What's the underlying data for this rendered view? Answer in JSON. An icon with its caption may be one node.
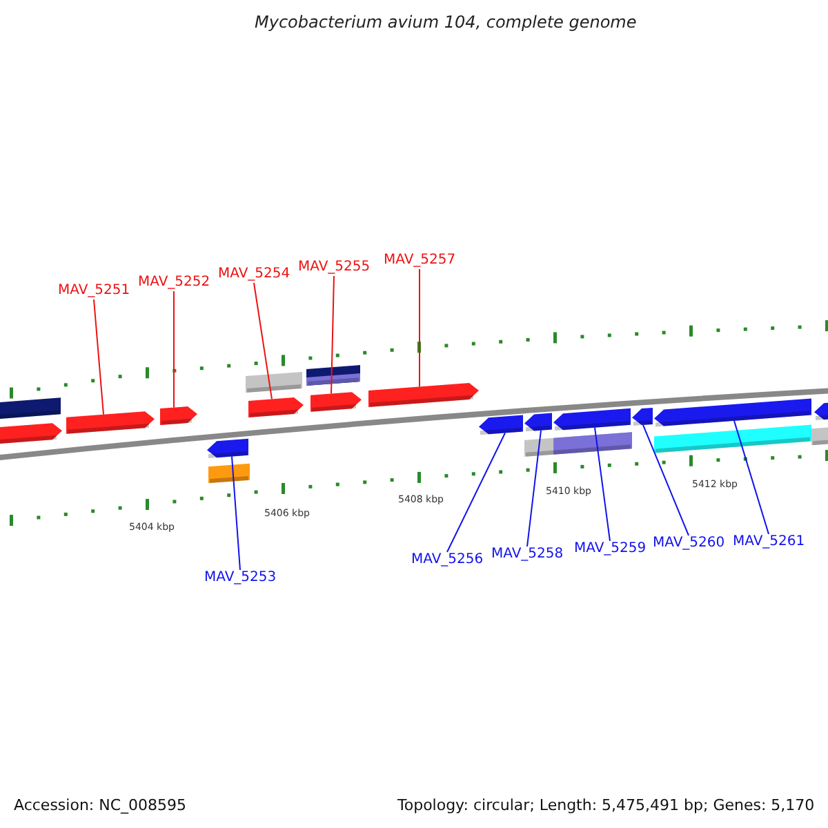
{
  "diagram": {
    "title": "Mycobacterium avium 104, complete genome",
    "nodes": [
      {
        "text": [
          "MAV_5251"
        ]
      },
      {
        "text": [
          "MAV_5252"
        ]
      },
      {
        "text": [
          "MAV_5254"
        ]
      },
      {
        "text": [
          "MAV_5255"
        ]
      },
      {
        "text": [
          "MAV_5257"
        ]
      },
      {
        "text": [
          "MAV_5253"
        ]
      },
      {
        "text": [
          "MAV_5256"
        ]
      },
      {
        "text": [
          "MAV_5258"
        ]
      },
      {
        "text": [
          "MAV_5259"
        ]
      },
      {
        "text": [
          "MAV_5260"
        ]
      },
      {
        "text": [
          "MAV_5261"
        ]
      },
      {
        "text": [],
        "shape": "pentagon"
      },
      {
        "text": [],
        "shape": "pentagon"
      },
      {
        "text": [],
        "shape": "pentagon"
      },
      {
        "text": [],
        "shape": "pentagon"
      },
      {
        "text": [],
        "shape": "pentagon"
      },
      {
        "text": [],
        "shape": "pentagon"
      },
      {
        "text": [],
        "shape": "bar"
      },
      {
        "text": [],
        "shape": "bar"
      },
      {
        "text": [],
        "shape": "bar"
      },
      {
        "text": [],
        "shape": "pentagon"
      },
      {
        "text": [],
        "shape": "pentagon"
      },
      {
        "text": [],
        "shape": "pentagon"
      },
      {
        "text": [],
        "shape": "pentagon"
      },
      {
        "text": [],
        "shape": "pentagon"
      },
      {
        "text": [],
        "shape": "pentagon"
      },
      {
        "text": [],
        "shape": "pentagon"
      },
      {
        "text": [],
        "shape": "bar"
      },
      {
        "text": [],
        "shape": "bar"
      },
      {
        "text": [],
        "shape": "bar"
      },
      {
        "text": [],
        "shape": "bar"
      }
    ],
    "edges": [
      {
        "from": 0,
        "to": 12,
        "arrow": "none",
        "color": "#ee1111"
      },
      {
        "from": 1,
        "to": 13,
        "arrow": "none",
        "color": "#ee1111"
      },
      {
        "from": 2,
        "to": 14,
        "arrow": "none",
        "color": "#ee1111"
      },
      {
        "from": 3,
        "to": 15,
        "arrow": "none",
        "color": "#ee1111"
      },
      {
        "from": 4,
        "to": 16,
        "arrow": "none",
        "color": "#ee1111"
      },
      {
        "from": 5,
        "to": 20,
        "arrow": "none",
        "color": "#1111ee"
      },
      {
        "from": 6,
        "to": 21,
        "arrow": "none",
        "color": "#1111ee"
      },
      {
        "from": 7,
        "to": 22,
        "arrow": "none",
        "color": "#1111ee"
      },
      {
        "from": 8,
        "to": 23,
        "arrow": "none",
        "color": "#1111ee"
      },
      {
        "from": 9,
        "to": 24,
        "arrow": "none",
        "color": "#1111ee"
      },
      {
        "from": 10,
        "to": 25,
        "arrow": "none",
        "color": "#1111ee"
      }
    ],
    "labels": [
      "5404 kbp",
      "5406 kbp",
      "5408 kbp",
      "5410 kbp",
      "5412 kbp",
      "Accession: NC_008595",
      "Topology: circular; Length: 5,475,491 bp; Genes: 5,170"
    ]
  }
}
